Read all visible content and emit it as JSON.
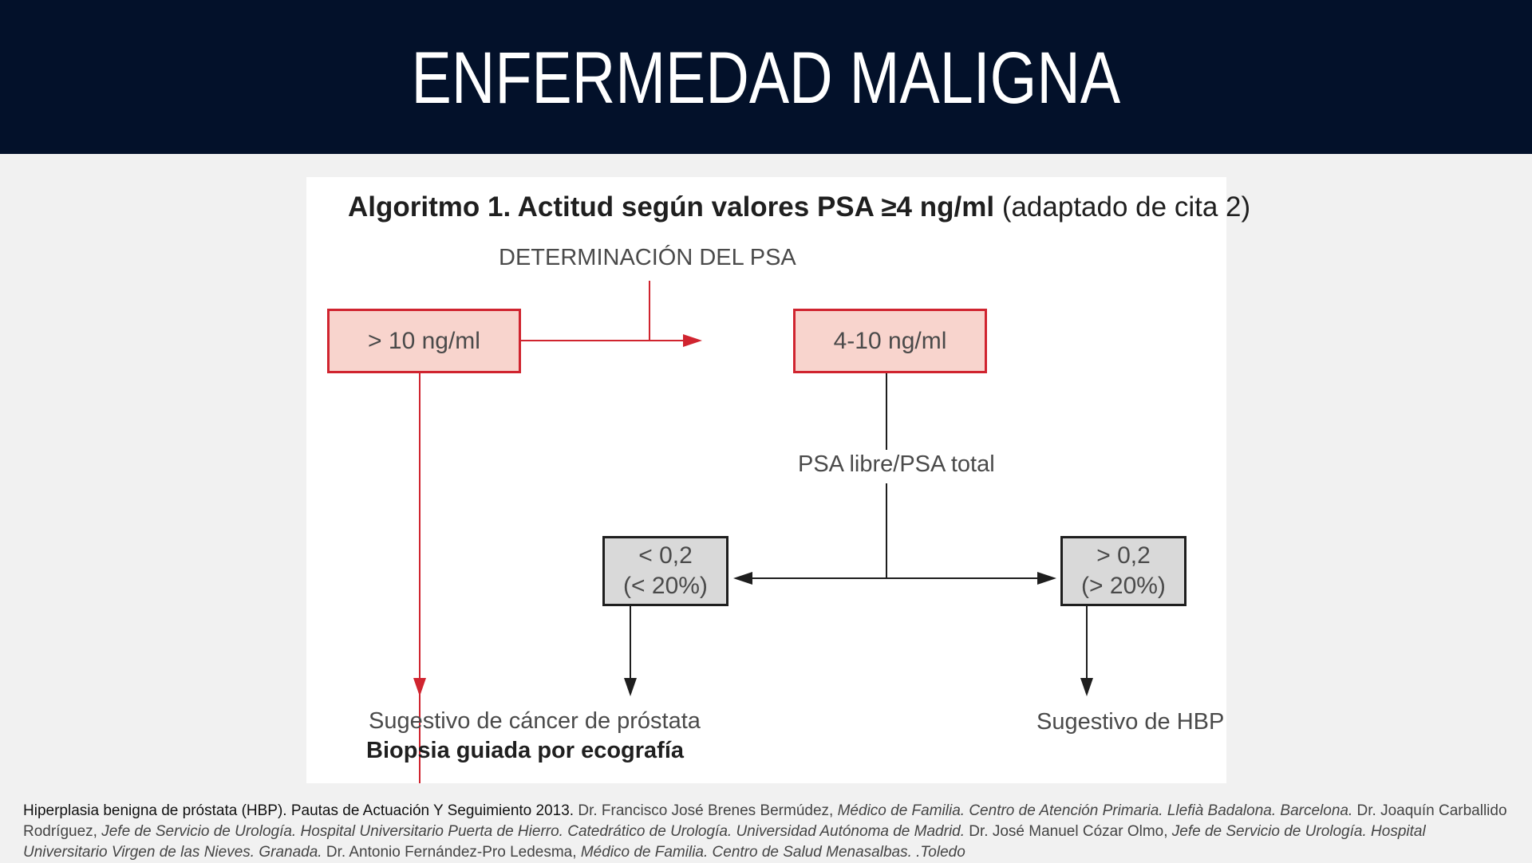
{
  "header": {
    "title": "ENFERMEDAD MALIGNA"
  },
  "figure": {
    "title_bold": "Algoritmo 1. Actitud según valores PSA ≥4 ng/ml",
    "title_light": "(adaptado de cita 2)",
    "start_label": "DETERMINACIÓN DEL PSA",
    "box_high": "> 10 ng/ml",
    "box_mid": "4-10 ng/ml",
    "ratio_label": "PSA libre/PSA total",
    "box_low_line1": "< 0,2",
    "box_low_line2": "(< 20%)",
    "box_highratio_line1": "> 0,2",
    "box_highratio_line2": "(> 20%)",
    "outcome_cancer": "Sugestivo de cáncer de próstata",
    "outcome_biopsy": "Biopsia guiada por ecografía",
    "outcome_hbp": "Sugestivo de HBP",
    "colors": {
      "red": "#d0242f",
      "red_fill": "#f8d4cd",
      "gray_fill": "#d9d9d9",
      "dark": "#1e1e1e"
    }
  },
  "footer": {
    "title": "Hiperplasia benigna de próstata (HBP). Pautas de Actuación Y Seguimiento 2013.",
    "a1": "Dr. Francisco José Brenes Bermúdez,",
    "a1_role": "Médico de Familia. Centro de Atención Primaria. Llefià Badalona. Barcelona.",
    "a2": "Dr. Joaquín Carballido Rodríguez,",
    "a2_role": "Jefe de Servicio de Urología. Hospital Universitario Puerta de Hierro. Catedrático de Urología. Universidad Autónoma de Madrid.",
    "a3": "Dr. José Manuel Cózar Olmo,",
    "a3_role": "Jefe de Servicio de Urología. Hospital Universitario Virgen de las Nieves. Granada.",
    "a4": "Dr. Antonio Fernández-Pro Ledesma,",
    "a4_role": "Médico de Familia. Centro de Salud Menasalbas. .Toledo"
  }
}
